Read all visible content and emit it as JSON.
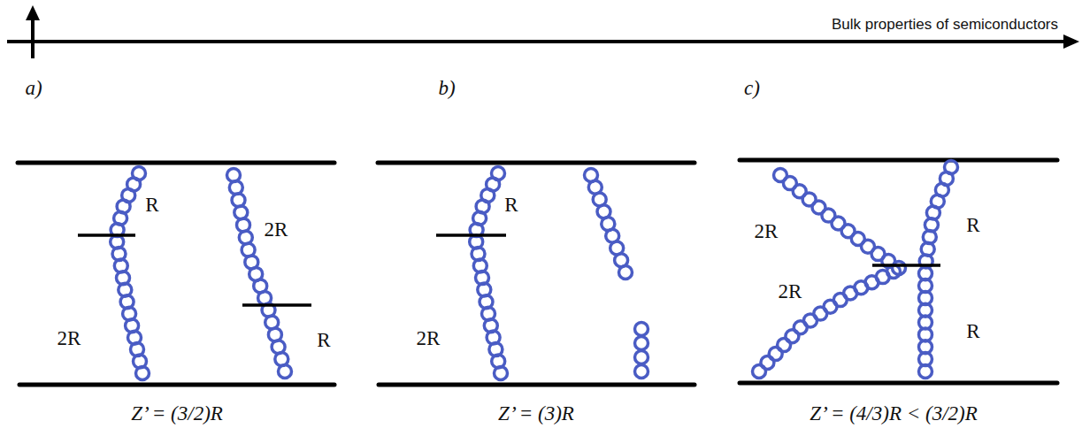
{
  "diagram": {
    "labels": [
      "Bulk properties of semiconductors",
      "a)",
      "R",
      "2R",
      "2R",
      "R",
      "Z’ = (3/2)R",
      "b)",
      "R",
      "2R",
      "Z’ = (3)R",
      "c)",
      "2R",
      "R",
      "2R",
      "R",
      "Z’ = (4/3)R < (3/2)R"
    ]
  }
}
